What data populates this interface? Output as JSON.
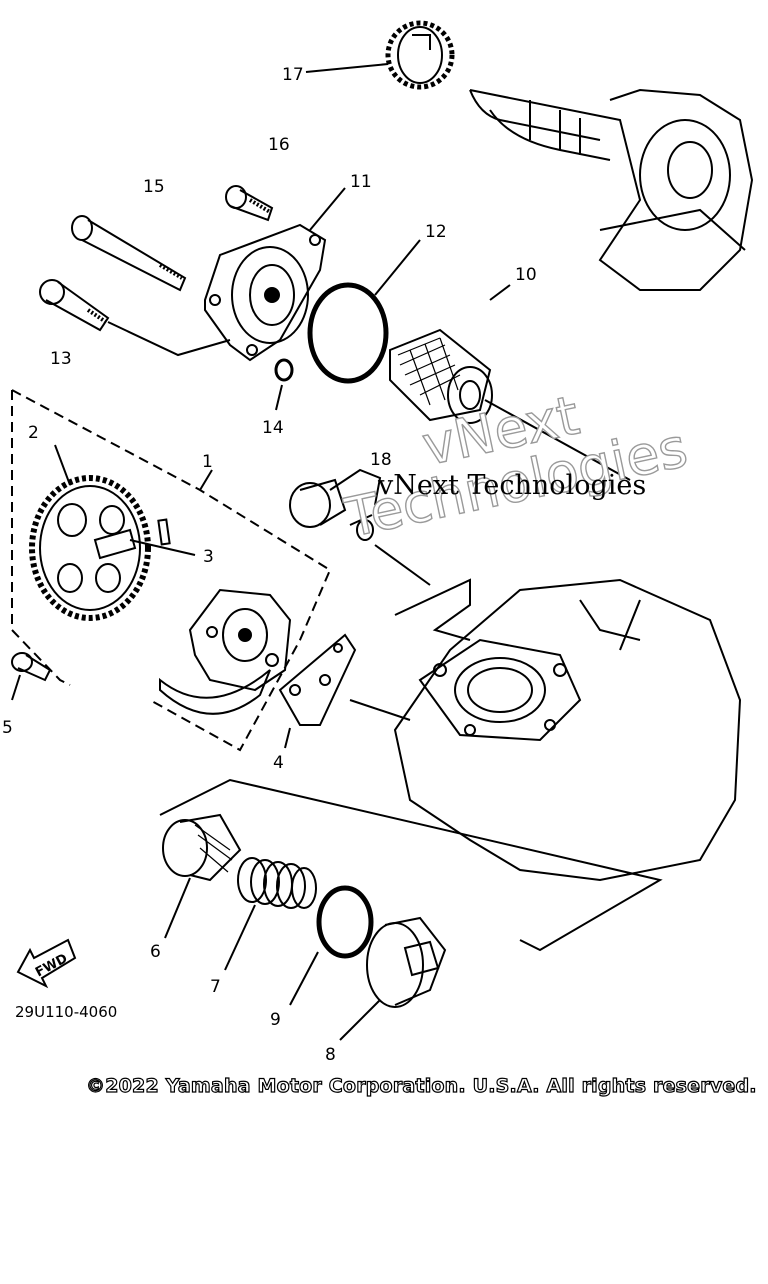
{
  "diagram": {
    "part_callouts": [
      "1",
      "2",
      "3",
      "4",
      "5",
      "6",
      "7",
      "8",
      "9",
      "10",
      "11",
      "12",
      "13",
      "14",
      "15",
      "16",
      "17",
      "18"
    ],
    "fwd_label": "FWD",
    "drawing_code": "29U110-4060"
  },
  "watermark": {
    "line": "vNext Technologies",
    "big_line1": "vNext",
    "big_line2": "Technologies"
  },
  "copyright": "©2022 Yamaha Motor Corporation. U.S.A. All rights reserved."
}
